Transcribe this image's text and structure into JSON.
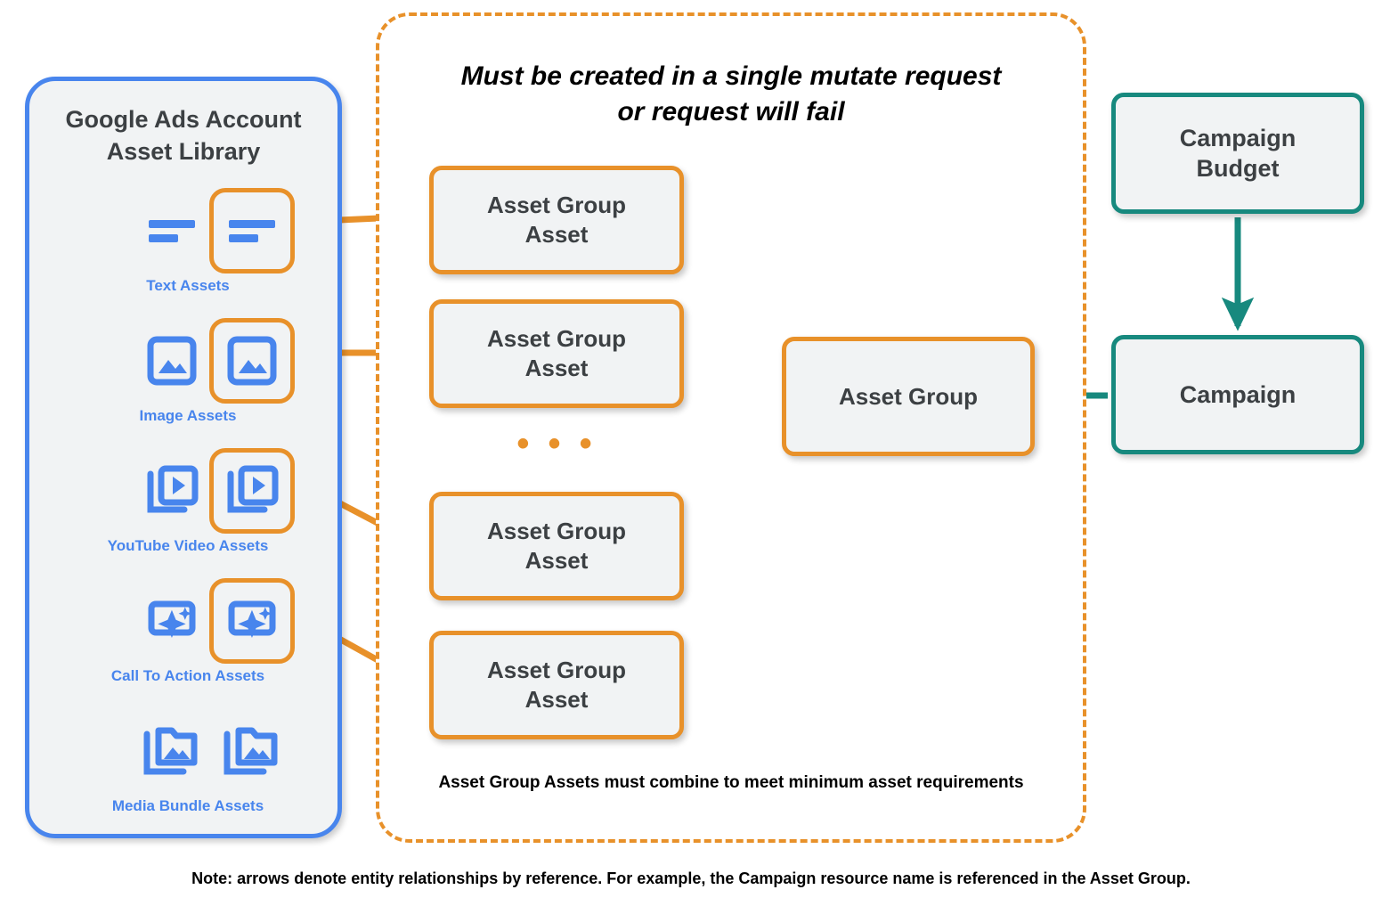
{
  "colors": {
    "orange": "#E8912A",
    "teal": "#17897E",
    "blue": "#4885ED",
    "box_fill": "#f1f3f4",
    "text_dark": "#3c4043"
  },
  "library": {
    "title": "Google Ads Account\nAsset Library",
    "assets": [
      {
        "caption": "Text Assets",
        "icon": "text-lines-icon",
        "highlighted_index": 1
      },
      {
        "caption": "Image Assets",
        "icon": "image-icon",
        "highlighted_index": 1
      },
      {
        "caption": "YouTube Video  Assets",
        "icon": "video-stack-icon",
        "highlighted_index": 1
      },
      {
        "caption": "Call To Action Assets",
        "icon": "call-to-action-sparkle-icon",
        "highlighted_index": 1
      },
      {
        "caption": "Media Bundle  Assets",
        "icon": "media-bundle-folder-icon",
        "highlighted_index": -1
      }
    ]
  },
  "mutate_container": {
    "header_note": "Must be created in a single mutate request\nor request will fail",
    "footer_note": "Asset Group Assets must combine to meet minimum asset requirements",
    "ellipsis": "• • •",
    "asset_group_assets": [
      {
        "label": "Asset Group\nAsset"
      },
      {
        "label": "Asset Group\nAsset"
      },
      {
        "label": "Asset Group\nAsset"
      },
      {
        "label": "Asset Group\nAsset"
      }
    ]
  },
  "nodes": {
    "asset_group": "Asset Group",
    "campaign_budget": "Campaign\nBudget",
    "campaign": "Campaign"
  },
  "footer": {
    "note": "Note: arrows denote entity relationships by reference. For example, the Campaign resource name is referenced in the Asset Group."
  }
}
